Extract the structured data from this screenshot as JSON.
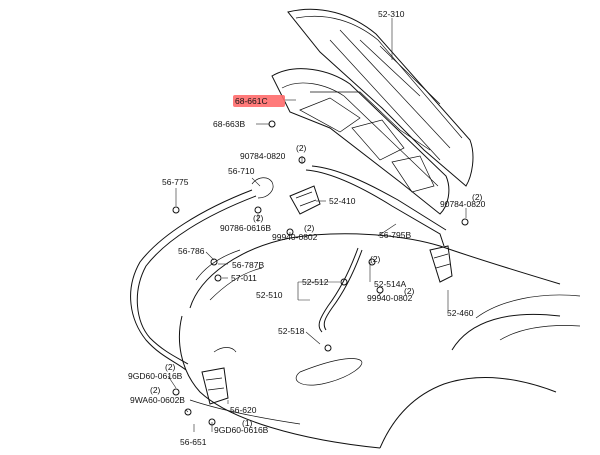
{
  "diagram": {
    "highlight_color": "#ff6b6b",
    "labels": {
      "p52_310": "52-310",
      "p68_661C": "68-661C",
      "p68_663B": "68-663B",
      "p90784_0820_left": "90784-0820",
      "p56_775": "56-775",
      "p56_710": "56-710",
      "p52_410": "52-410",
      "p90784_0820_right": "90784-0820",
      "p90786_0616B": "90786-0616B",
      "p99940_0802_top": "99940-0802",
      "p56_795B": "56-795B",
      "p56_786": "56-786",
      "p56_787B": "56-787B",
      "p57_011": "57-011",
      "p52_512": "52-512",
      "p52_514A": "52-514A",
      "p52_510": "52-510",
      "p99940_0802_bottom": "99940-0802",
      "p52_460": "52-460",
      "p52_518": "52-518",
      "p9GD60_0616B_top": "9GD60-0616B",
      "p9WA60_0602B": "9WA60-0602B",
      "p56_620": "56-620",
      "p9GD60_0616B_bottom": "9GD60-0616B",
      "p56_651": "56-651",
      "qty_2": "(2)",
      "qty_1": "(1)"
    }
  }
}
